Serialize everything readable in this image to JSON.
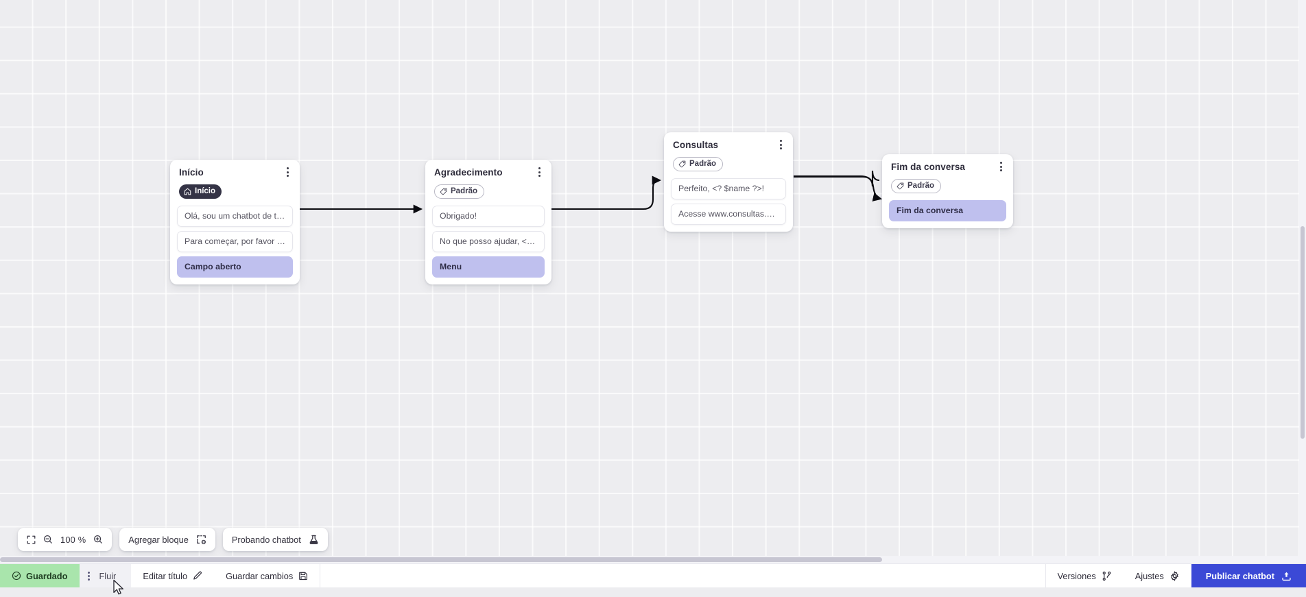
{
  "canvas": {
    "zoom_label": "100 %",
    "grid": true
  },
  "nodes": [
    {
      "id": "inicio",
      "title": "Início",
      "badge": {
        "label": "Início",
        "style": "dark",
        "icon": "home-icon"
      },
      "slots": [
        {
          "text": "Olá, sou um chatbot de teste!",
          "type": "message"
        },
        {
          "text": "Para começar, por favor digite o ...",
          "type": "message"
        },
        {
          "text": "Campo aberto",
          "type": "action"
        }
      ]
    },
    {
      "id": "agradecimento",
      "title": "Agradecimento",
      "badge": {
        "label": "Padrão",
        "style": "outline",
        "icon": "tag-icon"
      },
      "slots": [
        {
          "text": "Obrigado!",
          "type": "message"
        },
        {
          "text": "No que posso ajudar, <? $name ...",
          "type": "message"
        },
        {
          "text": "Menu",
          "type": "action"
        }
      ]
    },
    {
      "id": "consultas",
      "title": "Consultas",
      "badge": {
        "label": "Padrão",
        "style": "outline",
        "icon": "tag-icon"
      },
      "slots": [
        {
          "text": "Perfeito, <? $name ?>!",
          "type": "message"
        },
        {
          "text": "Acesse www.consultas.com par...",
          "type": "message"
        }
      ]
    },
    {
      "id": "fim",
      "title": "Fim da conversa",
      "badge": {
        "label": "Padrão",
        "style": "outline",
        "icon": "tag-icon"
      },
      "slots": [
        {
          "text": "Fim da conversa",
          "type": "action"
        }
      ]
    }
  ],
  "toolbar": {
    "fit_icon": "fit-screen-icon",
    "zoom_out_icon": "zoom-out-icon",
    "zoom_level": "100 %",
    "zoom_in_icon": "zoom-in-icon",
    "add_block_label": "Agregar bloque",
    "add_block_icon": "add-block-icon",
    "test_bot_label": "Probando chatbot",
    "test_bot_icon": "flask-icon"
  },
  "statusbar": {
    "saved_label": "Guardado",
    "saved_icon": "check-circle-icon",
    "saved_color": "#a9e5ac",
    "flow_label": "Fluir",
    "flow_menu_icon": "kebab-icon",
    "edit_title_label": "Editar título",
    "edit_title_icon": "pencil-icon",
    "save_changes_label": "Guardar cambios",
    "save_changes_icon": "floppy-icon",
    "versions_label": "Versiones",
    "versions_icon": "branch-icon",
    "settings_label": "Ajustes",
    "settings_icon": "gear-icon",
    "publish_label": "Publicar chatbot",
    "publish_icon": "upload-icon",
    "publish_color": "#3b49d6"
  },
  "colors": {
    "canvas_bg": "#ededf0",
    "card_bg": "#ffffff",
    "action_slot": "#bfc0ee",
    "badge_dark": "#343345",
    "accent": "#3b49d6"
  }
}
